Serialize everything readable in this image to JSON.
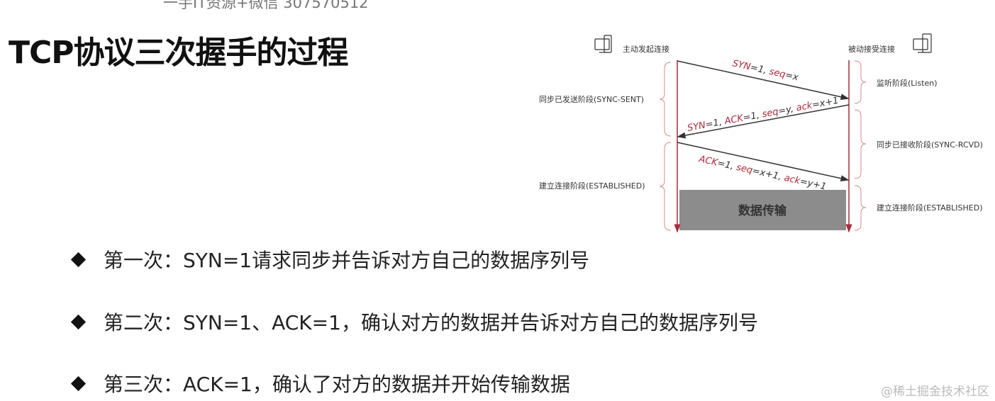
{
  "watermark_top": "一手IT资源+微信 307570512",
  "title": "TCP协议三次握手的过程",
  "diagram": {
    "client_label": "主动发起连接",
    "server_label": "被动接受连接",
    "client_states": [
      "同步已发送阶段(SYNC-SENT)",
      "建立连接阶段(ESTABLISHED)"
    ],
    "server_states": [
      "监听阶段(Listen)",
      "同步已接收阶段(SYNC-RCVD)",
      "建立连接阶段(ESTABLISHED)"
    ],
    "messages": [
      {
        "parts": [
          "SYN",
          "=1, ",
          "seq",
          "=x"
        ]
      },
      {
        "parts": [
          "SYN",
          "=1, ",
          "ACK",
          "=1, ",
          "seq",
          "=y, ",
          "ack",
          "=x+1"
        ]
      },
      {
        "parts": [
          "ACK",
          "=1, ",
          "seq",
          "=x+1, ",
          "ack",
          "=y+1"
        ]
      }
    ],
    "data_transfer": "数据传输",
    "colors": {
      "timeline": "#b0283c",
      "label_red": "#b0283c",
      "box": "#8c8c8c"
    }
  },
  "bullets": [
    "第一次：SYN=1请求同步并告诉对方自己的数据序列号",
    "第二次：SYN=1、ACK=1，确认对方的数据并告诉对方自己的数据序列号",
    "第三次：ACK=1，确认了对方的数据并开始传输数据"
  ],
  "watermark_bottom": "@稀土掘金技术社区"
}
